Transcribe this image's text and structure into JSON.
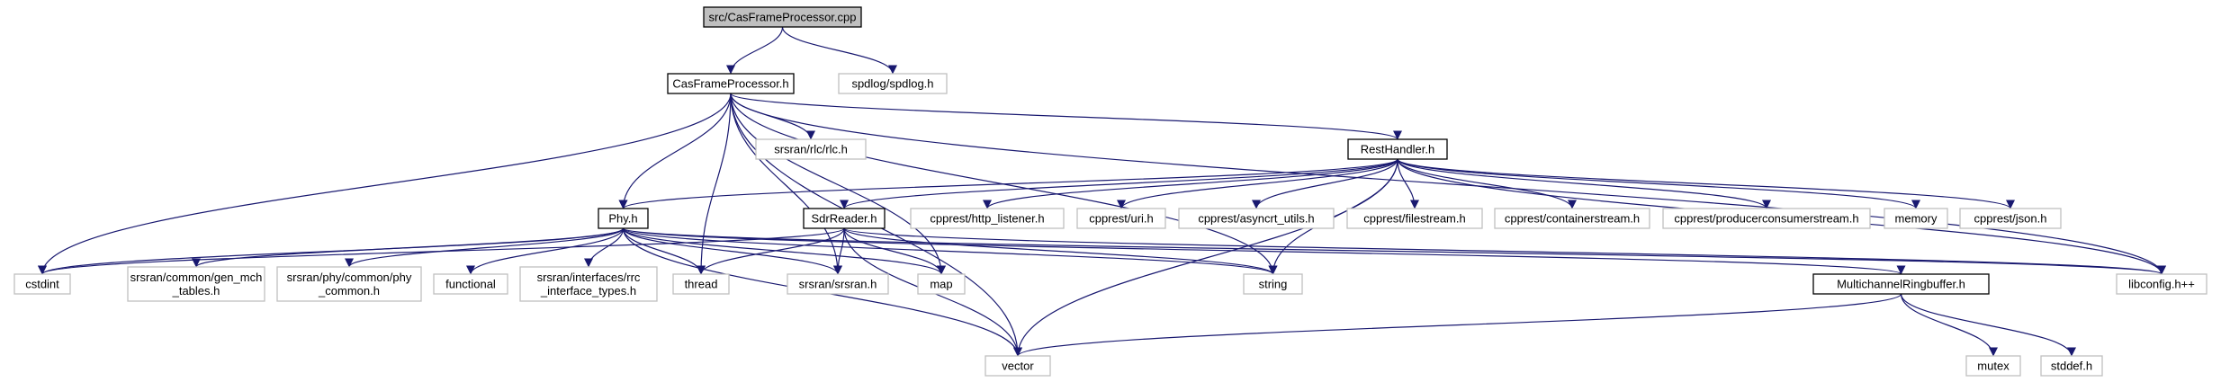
{
  "nodes": [
    {
      "id": "n_cas_cpp",
      "label": [
        "src/CasFrameProcessor.cpp"
      ],
      "style": "root"
    },
    {
      "id": "n_cas_h",
      "label": [
        "CasFrameProcessor.h"
      ],
      "style": "project"
    },
    {
      "id": "n_spdlog",
      "label": [
        "spdlog/spdlog.h"
      ],
      "style": "external"
    },
    {
      "id": "n_rlc",
      "label": [
        "srsran/rlc/rlc.h"
      ],
      "style": "external"
    },
    {
      "id": "n_rest",
      "label": [
        "RestHandler.h"
      ],
      "style": "project"
    },
    {
      "id": "n_phy",
      "label": [
        "Phy.h"
      ],
      "style": "project"
    },
    {
      "id": "n_sdr",
      "label": [
        "SdrReader.h"
      ],
      "style": "project"
    },
    {
      "id": "n_http",
      "label": [
        "cpprest/http_listener.h"
      ],
      "style": "external"
    },
    {
      "id": "n_uri",
      "label": [
        "cpprest/uri.h"
      ],
      "style": "external"
    },
    {
      "id": "n_async",
      "label": [
        "cpprest/asyncrt_utils.h"
      ],
      "style": "external"
    },
    {
      "id": "n_fstream",
      "label": [
        "cpprest/filestream.h"
      ],
      "style": "external"
    },
    {
      "id": "n_cstream",
      "label": [
        "cpprest/containerstream.h"
      ],
      "style": "external"
    },
    {
      "id": "n_pcstream",
      "label": [
        "cpprest/producerconsumerstream.h"
      ],
      "style": "external"
    },
    {
      "id": "n_memory",
      "label": [
        "memory"
      ],
      "style": "external"
    },
    {
      "id": "n_json",
      "label": [
        "cpprest/json.h"
      ],
      "style": "external"
    },
    {
      "id": "n_cstdint",
      "label": [
        "cstdint"
      ],
      "style": "external"
    },
    {
      "id": "n_genmch",
      "label": [
        "srsran/common/gen_mch",
        "_tables.h"
      ],
      "style": "external"
    },
    {
      "id": "n_phycommon",
      "label": [
        "srsran/phy/common/phy",
        "_common.h"
      ],
      "style": "external"
    },
    {
      "id": "n_functional",
      "label": [
        "functional"
      ],
      "style": "external"
    },
    {
      "id": "n_rrcif",
      "label": [
        "srsran/interfaces/rrc",
        "_interface_types.h"
      ],
      "style": "external"
    },
    {
      "id": "n_thread",
      "label": [
        "thread"
      ],
      "style": "external"
    },
    {
      "id": "n_srsran",
      "label": [
        "srsran/srsran.h"
      ],
      "style": "external"
    },
    {
      "id": "n_map",
      "label": [
        "map"
      ],
      "style": "external"
    },
    {
      "id": "n_string",
      "label": [
        "string"
      ],
      "style": "external"
    },
    {
      "id": "n_mcrb",
      "label": [
        "MultichannelRingbuffer.h"
      ],
      "style": "project"
    },
    {
      "id": "n_libconfig",
      "label": [
        "libconfig.h++"
      ],
      "style": "external"
    },
    {
      "id": "n_vector",
      "label": [
        "vector"
      ],
      "style": "external"
    },
    {
      "id": "n_mutex",
      "label": [
        "mutex"
      ],
      "style": "external"
    },
    {
      "id": "n_stddef",
      "label": [
        "stddef.h"
      ],
      "style": "external"
    }
  ],
  "edges": [
    [
      "n_cas_cpp",
      "n_cas_h"
    ],
    [
      "n_cas_cpp",
      "n_spdlog"
    ],
    [
      "n_cas_h",
      "n_rlc"
    ],
    [
      "n_cas_h",
      "n_rest"
    ],
    [
      "n_cas_h",
      "n_phy"
    ],
    [
      "n_cas_h",
      "n_cstdint"
    ],
    [
      "n_cas_h",
      "n_vector"
    ],
    [
      "n_cas_h",
      "n_thread"
    ],
    [
      "n_cas_h",
      "n_srsran"
    ],
    [
      "n_cas_h",
      "n_map"
    ],
    [
      "n_cas_h",
      "n_string"
    ],
    [
      "n_cas_h",
      "n_libconfig"
    ],
    [
      "n_rest",
      "n_phy"
    ],
    [
      "n_rest",
      "n_sdr"
    ],
    [
      "n_rest",
      "n_http"
    ],
    [
      "n_rest",
      "n_uri"
    ],
    [
      "n_rest",
      "n_async"
    ],
    [
      "n_rest",
      "n_fstream"
    ],
    [
      "n_rest",
      "n_cstream"
    ],
    [
      "n_rest",
      "n_pcstream"
    ],
    [
      "n_rest",
      "n_memory"
    ],
    [
      "n_rest",
      "n_json"
    ],
    [
      "n_rest",
      "n_libconfig"
    ],
    [
      "n_rest",
      "n_string"
    ],
    [
      "n_rest",
      "n_vector"
    ],
    [
      "n_phy",
      "n_cstdint"
    ],
    [
      "n_phy",
      "n_genmch"
    ],
    [
      "n_phy",
      "n_phycommon"
    ],
    [
      "n_phy",
      "n_functional"
    ],
    [
      "n_phy",
      "n_rrcif"
    ],
    [
      "n_phy",
      "n_thread"
    ],
    [
      "n_phy",
      "n_srsran"
    ],
    [
      "n_phy",
      "n_map"
    ],
    [
      "n_phy",
      "n_string"
    ],
    [
      "n_phy",
      "n_vector"
    ],
    [
      "n_phy",
      "n_libconfig"
    ],
    [
      "n_phy",
      "n_mcrb"
    ],
    [
      "n_sdr",
      "n_cstdint"
    ],
    [
      "n_sdr",
      "n_thread"
    ],
    [
      "n_sdr",
      "n_srsran"
    ],
    [
      "n_sdr",
      "n_map"
    ],
    [
      "n_sdr",
      "n_string"
    ],
    [
      "n_sdr",
      "n_vector"
    ],
    [
      "n_sdr",
      "n_libconfig"
    ],
    [
      "n_mcrb",
      "n_vector"
    ],
    [
      "n_mcrb",
      "n_mutex"
    ],
    [
      "n_mcrb",
      "n_stddef"
    ]
  ],
  "colors": {
    "edge": "#191970",
    "root_fill": "#bfbfbf",
    "root_border": "#000000",
    "project_fill": "#ffffff",
    "project_border": "#000000",
    "external_fill": "#ffffff",
    "external_border": "#bfbfbf"
  }
}
